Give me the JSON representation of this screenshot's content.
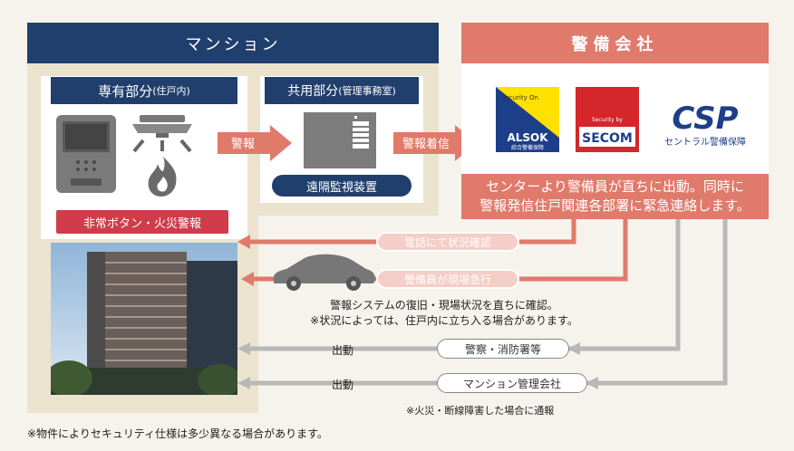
{
  "header": {
    "mansion": "マンション",
    "security_company": "警備会社"
  },
  "private_area": {
    "title": "専有部分",
    "title_sub": "(住戸内)",
    "alarm_button": "非常ボタン・火災警報"
  },
  "common_area": {
    "title": "共用部分",
    "title_sub": "(管理事務室)",
    "device": "遠隔監視装置"
  },
  "arrows": {
    "alarm": "警報",
    "alarm_received": "警報着信"
  },
  "logos": {
    "alsok_top": "Security On",
    "alsok": "ALSOK",
    "alsok_sub": "綜合警備保障",
    "secom_top": "Security by",
    "secom": "SECOM",
    "csp": "CSP",
    "csp_sub": "セントラル警備保障"
  },
  "dispatch_message": {
    "line1": "センターより警備員が直ちに出動。同時に",
    "line2": "警報発信住戸関連各部署に緊急連絡します。"
  },
  "flows": {
    "phone_check": "電話にて状況確認",
    "guard_rush": "警備員が現場急行",
    "restore_line1": "警報システムの復旧・現場状況を直ちに確認。",
    "restore_line2": "※状況によっては、住戸内に立ち入る場合があります。",
    "dispatch1": "出動",
    "police_fire": "警察・消防署等",
    "dispatch2": "出動",
    "management": "マンション管理会社",
    "management_note": "※火災・断線障害した場合に通報"
  },
  "footnote": "※物件によりセキュリティ仕様は多少異なる場合があります。",
  "colors": {
    "navy": "#213f6d",
    "coral": "#e07a6b",
    "alarm_red": "#cf3d4a",
    "beige": "#ece3cf"
  }
}
